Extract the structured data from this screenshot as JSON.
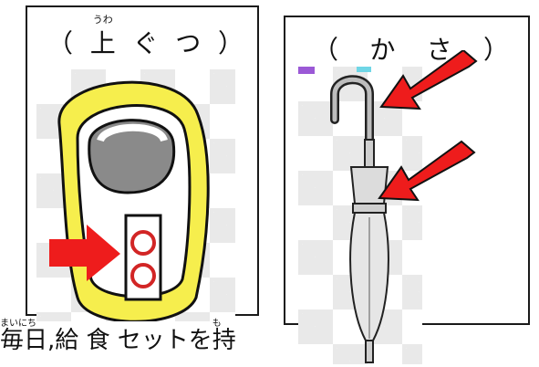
{
  "shoes_card": {
    "open_paren": "（",
    "title_ruby": "うわ",
    "title_kanji": "上",
    "title_rest_1": "ぐ",
    "title_rest_2": "つ",
    "close_paren": "）"
  },
  "umbrella_card": {
    "open_paren": "（",
    "title_1": "か",
    "title_2": "さ",
    "close_paren": "）"
  },
  "caption": {
    "ruby_1": "まいにち",
    "text_1": "毎日,",
    "text_2": " 給 食 セットを",
    "ruby_2": "も",
    "text_3": "持"
  },
  "colors": {
    "arrow": "#ee1c1c",
    "shoe_yellow": "#f6ee4d",
    "circle_red": "#d22525"
  },
  "icons": [
    "indoor-shoe-illustration",
    "umbrella-illustration",
    "red-arrow"
  ]
}
